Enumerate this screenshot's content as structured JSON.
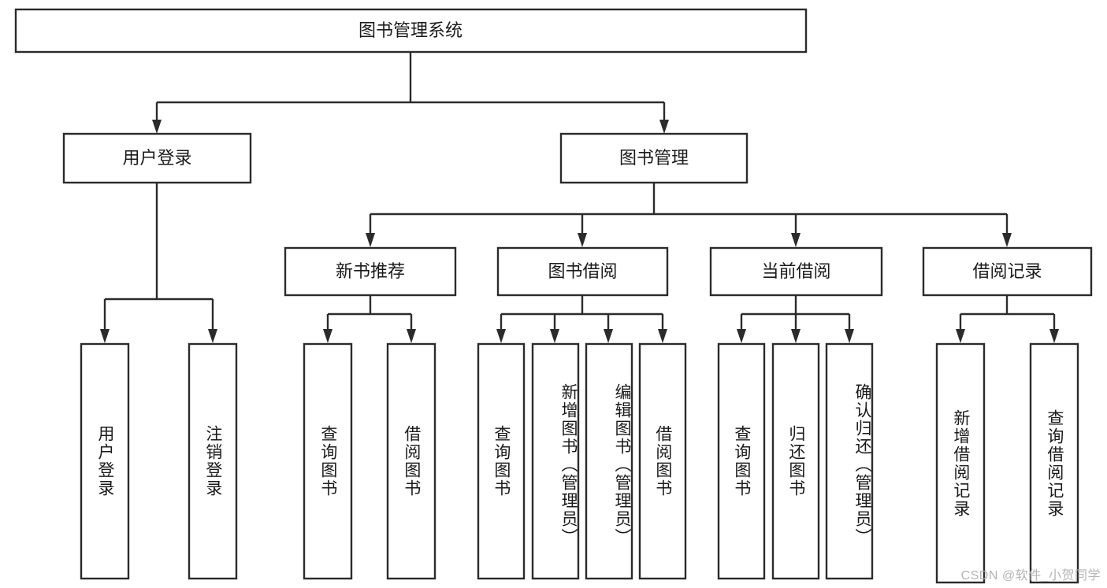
{
  "diagram": {
    "type": "tree-hierarchy-flowchart",
    "title": "图书管理系统",
    "watermark": "CSDN @软件_小贺同学",
    "colors": {
      "stroke": "#2b2b2b",
      "fill": "#ffffff",
      "text": "#1a1a1a",
      "watermark": "#b4b4b4"
    },
    "root": {
      "label": "图书管理系统"
    },
    "level2": [
      {
        "label": "用户登录"
      },
      {
        "label": "图书管理"
      }
    ],
    "level3": [
      {
        "label": "新书推荐"
      },
      {
        "label": "图书借阅"
      },
      {
        "label": "当前借阅"
      },
      {
        "label": "借阅记录"
      }
    ],
    "leaves": {
      "user_login": [
        {
          "label": "用户登录"
        },
        {
          "label": "注销登录"
        }
      ],
      "new_book": [
        {
          "label": "查询图书"
        },
        {
          "label": "借阅图书"
        }
      ],
      "book_borrow": [
        {
          "label": "查询图书"
        },
        {
          "label": "新增图书（管理员）"
        },
        {
          "label": "编辑图书（管理员）"
        },
        {
          "label": "借阅图书"
        }
      ],
      "current_borrow": [
        {
          "label": "查询图书"
        },
        {
          "label": "归还图书"
        },
        {
          "label": "确认归还（管理员）"
        }
      ],
      "borrow_record": [
        {
          "label": "新增借阅记录"
        },
        {
          "label": "查询借阅记录"
        }
      ]
    }
  }
}
